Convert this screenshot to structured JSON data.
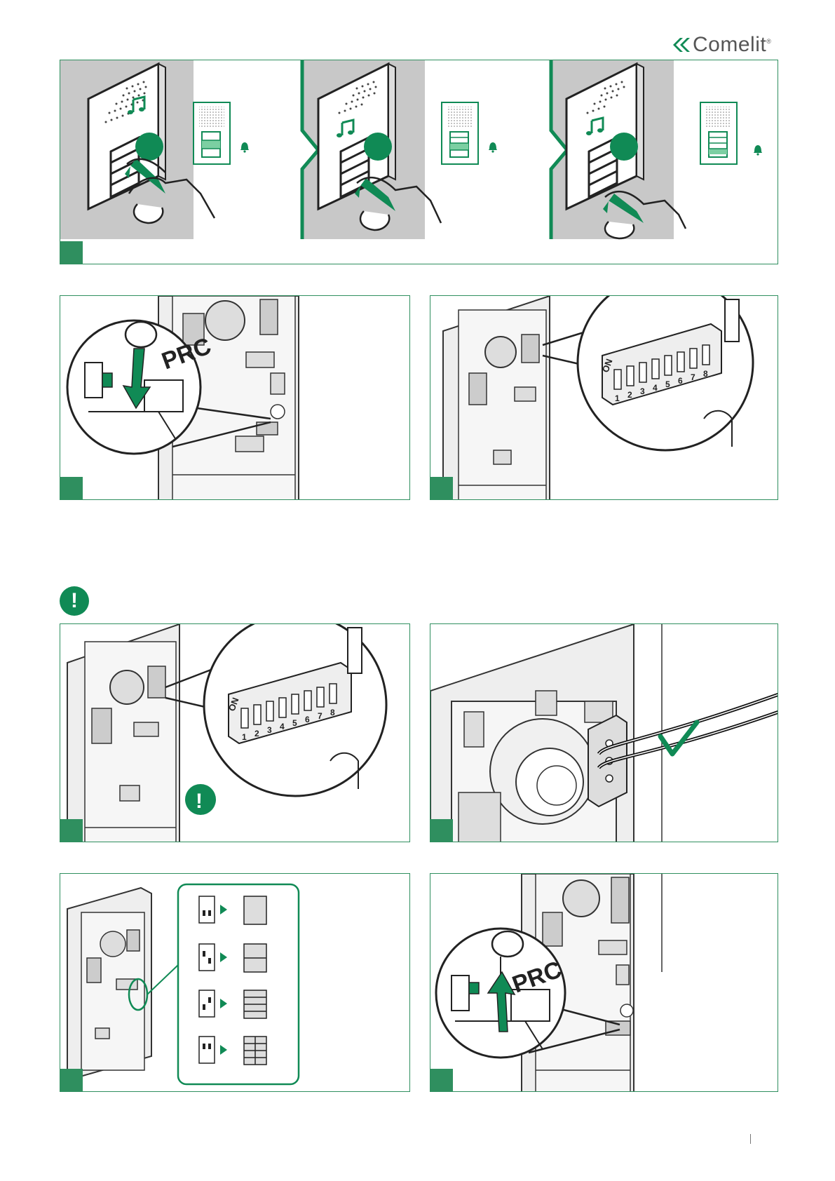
{
  "brand": {
    "name": "Comelit",
    "registered_mark": "®",
    "color": "#2f8f5f",
    "accent": "#108a55"
  },
  "illustrations": {
    "prc_label": "PRC",
    "dip_on_label": "ON",
    "dip_numbers": [
      "1",
      "2",
      "3",
      "4",
      "5",
      "6",
      "7",
      "8"
    ],
    "warning_symbol": "!"
  },
  "icons": [
    "music-note-icon",
    "bell-icon",
    "warning-icon",
    "check-icon",
    "arrow-down-icon",
    "arrow-up-icon"
  ]
}
